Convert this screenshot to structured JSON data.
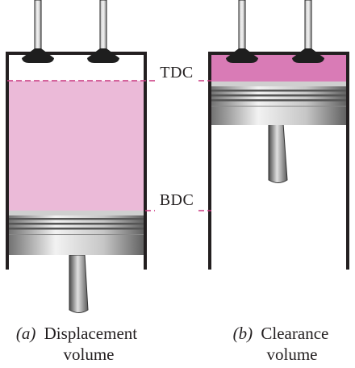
{
  "labels": {
    "tdc": "TDC",
    "bdc": "BDC"
  },
  "captions": {
    "a_letter": "(a)",
    "a_line1": "Displacement",
    "a_line2": "volume",
    "b_letter": "(b)",
    "b_line1": "Clearance",
    "b_line2": "volume"
  },
  "colors": {
    "gas_fill_a": "#ebbad8",
    "gas_fill_b": "#d97bb6",
    "dashed_line": "#c8367f",
    "cylinder_wall": "#231f20"
  }
}
